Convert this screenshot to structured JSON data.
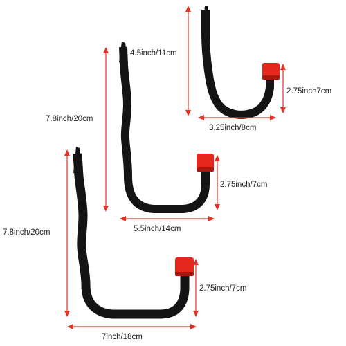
{
  "colors": {
    "hook": "#141414",
    "hook_highlight": "#3a3a3a",
    "cap": "#e5281c",
    "cap_dark": "#a8170f",
    "dimension": "#e53123",
    "text": "#222222"
  },
  "hooks": [
    {
      "id": "small",
      "dimensions": {
        "height": "4.5inch/11cm",
        "width": "3.25inch/8cm",
        "cap_height": "2.75inch7cm"
      }
    },
    {
      "id": "medium",
      "dimensions": {
        "height": "7.8inch/20cm",
        "width": "5.5inch/14cm",
        "cap_height": "2.75inch/7cm"
      }
    },
    {
      "id": "large",
      "dimensions": {
        "height": "7.8inch/20cm",
        "width": "7inch/18cm",
        "cap_height": "2.75inch/7cm"
      }
    }
  ]
}
